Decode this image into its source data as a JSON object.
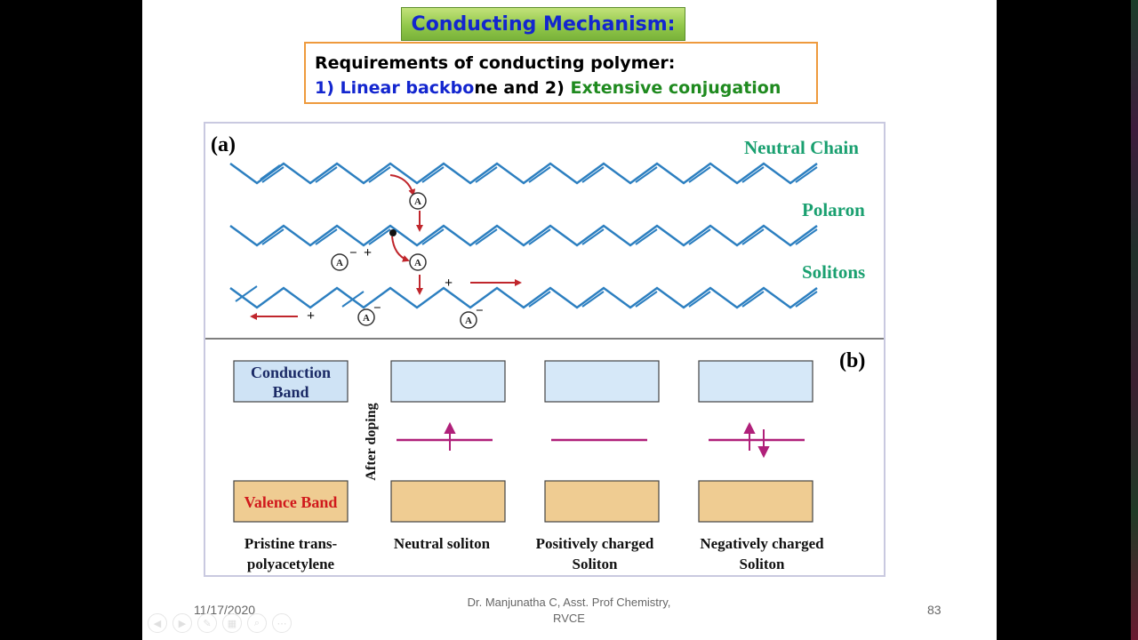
{
  "title": "Conducting Mechanism:",
  "requirements": {
    "heading": "Requirements of conducting polymer:",
    "item1": "1) Linear backbo",
    "item1_rest": "ne  and  2)",
    "item2": "Extensive conjugation"
  },
  "figure": {
    "panel_a": {
      "label": "(a)",
      "chains": [
        "Neutral Chain",
        "Polaron",
        "Solitons"
      ],
      "acceptor_symbol": "A",
      "plus": "+",
      "minus": "−"
    },
    "panel_b": {
      "label": "(b)",
      "conduction_band": [
        "Conduction",
        "Band"
      ],
      "valence_band": "Valence Band",
      "after_doping": "After doping",
      "captions": [
        [
          "Pristine trans-",
          "polyacetylene"
        ],
        [
          "Neutral soliton",
          ""
        ],
        [
          "Positively charged",
          "Soliton"
        ],
        [
          "Negatively charged",
          "Soliton"
        ]
      ]
    }
  },
  "footer": {
    "date": "11/17/2020",
    "author_line1": "Dr. Manjunatha C, Asst. Prof Chemistry,",
    "author_line2": "RVCE",
    "page": "83"
  },
  "colors": {
    "chain": "#2c7fc0",
    "label_green": "#1aa070",
    "arrow": "#c0262c",
    "level": "#b0207a"
  },
  "controls": [
    "prev-icon",
    "next-icon",
    "pen-icon",
    "slides-icon",
    "zoom-icon",
    "more-icon"
  ]
}
